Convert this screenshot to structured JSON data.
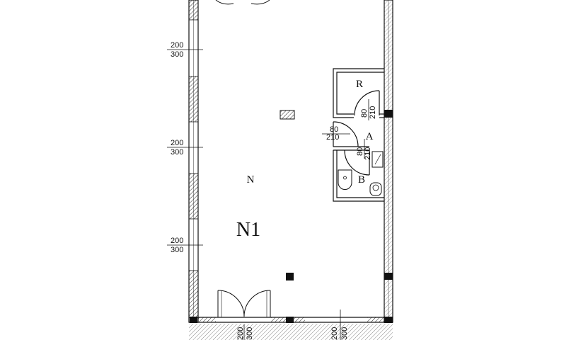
{
  "plan": {
    "unit_label": "N1",
    "rooms": {
      "main": "N",
      "r": "R",
      "a": "A",
      "b": "B"
    },
    "window_dims": [
      {
        "top": "200",
        "bottom": "300"
      },
      {
        "top": "200",
        "bottom": "300"
      },
      {
        "top": "200",
        "bottom": "300"
      }
    ],
    "door_dims": [
      {
        "top": "80",
        "bottom": "210"
      },
      {
        "top": "80",
        "bottom": "210"
      },
      {
        "top": "80",
        "bottom": "210"
      }
    ],
    "bottom_dims": [
      {
        "left": "200",
        "right": "300"
      },
      {
        "left": "200",
        "right": "300"
      }
    ]
  }
}
